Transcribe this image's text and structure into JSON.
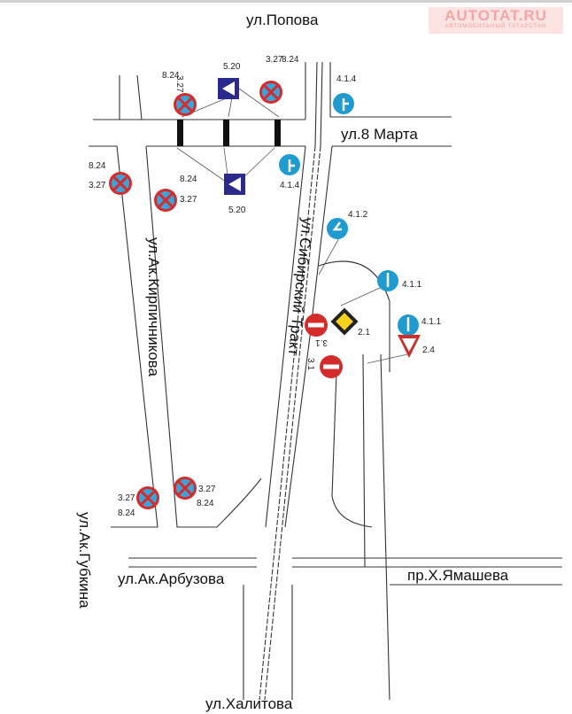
{
  "logo": {
    "brand": "AUTOTAT.RU",
    "tagline": "АВТОМОБИЛЬНЫЙ ТАТАРСТАН"
  },
  "streets": {
    "popova": "ул.Попова",
    "marta8": "ул.8 Марта",
    "kirpichnikova": "ул.Ак.Кирпичникова",
    "sibirsky": "ул.Сибирский Тракт",
    "gubkina": "ул.Ак.Губкина",
    "arbuzova": "ул.Ак.Арбузова",
    "yamasheva": "пр.Х.Ямашева",
    "khalitova": "ул.Халитова"
  },
  "signs": {
    "no_stop": "3.27",
    "tow": "8.24",
    "crossing": "5.20",
    "straight_right": "4.1.4",
    "left": "4.1.2",
    "straight": "4.1.1",
    "priority": "2.1",
    "yield": "2.4",
    "no_entry": "3.1"
  },
  "colors": {
    "sign_blue": "#1f9bd0",
    "sign_red": "#d62b2b",
    "crossing_blue": "#2b2a8c",
    "priority_yellow": "#f5d21c"
  }
}
